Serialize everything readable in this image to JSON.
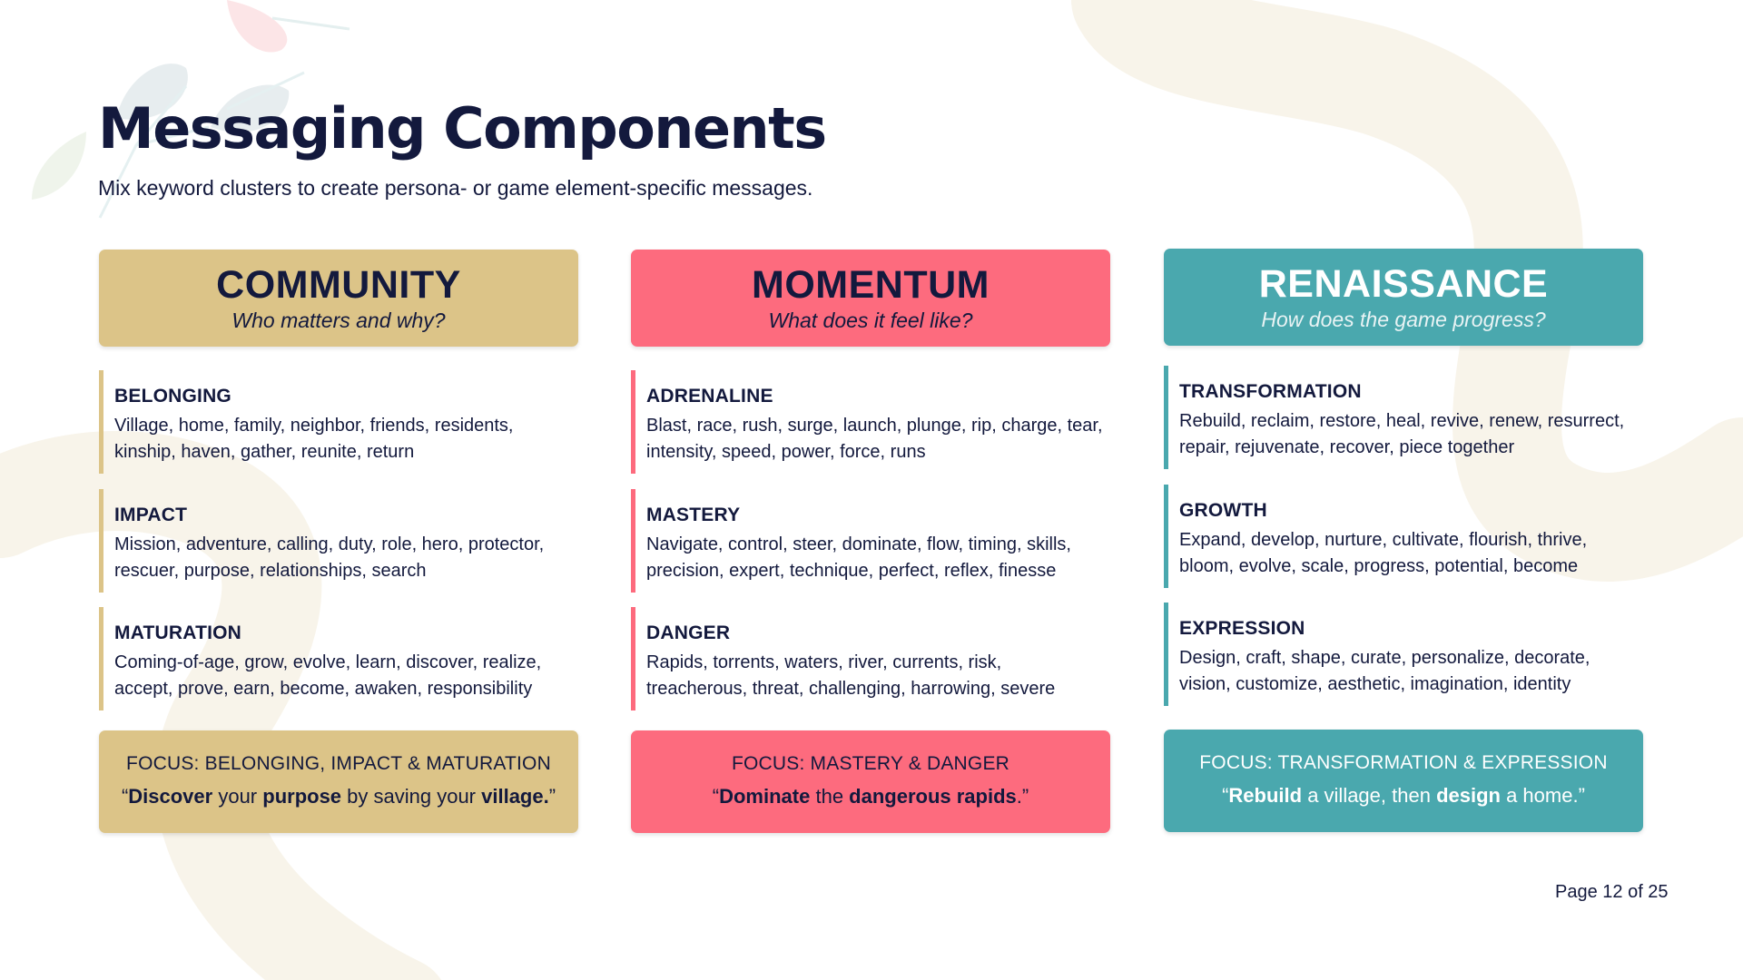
{
  "title": "Messaging Components",
  "subtitle": "Mix keyword clusters to create persona- or game element-specific messages.",
  "colors": {
    "community": "#dcc488",
    "momentum": "#fd6b7e",
    "renaissance": "#4aa8ae",
    "navy": "#13193d",
    "decor_cream": "#f8f4ea"
  },
  "columns": {
    "community": {
      "name": "COMMUNITY",
      "question": "Who matters and why?",
      "clusters": [
        {
          "name": "BELONGING",
          "words": "Village, home, family, neighbor, friends, residents, kinship, haven, gather, reunite, return"
        },
        {
          "name": "IMPACT",
          "words": "Mission, adventure, calling, duty, role, hero, protector, rescuer, purpose, relationships, search"
        },
        {
          "name": "MATURATION",
          "words": "Coming-of-age, grow, evolve, learn, discover, realize, accept, prove, earn, become, awaken, responsibility"
        }
      ],
      "focus_label": "FOCUS: BELONGING, IMPACT & MATURATION",
      "quote": [
        "“",
        "Discover",
        " your ",
        "purpose",
        " by saving your ",
        "village.",
        "”"
      ]
    },
    "momentum": {
      "name": "MOMENTUM",
      "question": "What does it feel like?",
      "clusters": [
        {
          "name": "ADRENALINE",
          "words": "Blast, race, rush, surge, launch, plunge, rip, charge, tear, intensity, speed, power, force, runs"
        },
        {
          "name": "MASTERY",
          "words": "Navigate, control, steer, dominate, flow, timing, skills, precision, expert, technique, perfect, reflex, finesse"
        },
        {
          "name": "DANGER",
          "words": "Rapids, torrents, waters, river, currents, risk, treacherous, threat, challenging, harrowing, severe"
        }
      ],
      "focus_label": "FOCUS: MASTERY & DANGER",
      "quote": [
        "“",
        "Dominate",
        " the ",
        "dangerous rapids",
        ".”"
      ]
    },
    "renaissance": {
      "name": "RENAISSANCE",
      "question": "How does the game progress?",
      "clusters": [
        {
          "name": "TRANSFORMATION",
          "words": "Rebuild, reclaim, restore, heal, revive, renew, resurrect, repair, rejuvenate, recover, piece together"
        },
        {
          "name": "GROWTH",
          "words": "Expand, develop, nurture, cultivate, flourish, thrive, bloom, evolve, scale, progress, potential, become"
        },
        {
          "name": "EXPRESSION",
          "words": "Design, craft, shape, curate, personalize, decorate, vision, customize, aesthetic, imagination, identity"
        }
      ],
      "focus_label": "FOCUS: TRANSFORMATION & EXPRESSION",
      "quote": [
        "“",
        "Rebuild",
        " a village, then ",
        "design",
        " a home.”"
      ]
    }
  },
  "page_number": "Page 12 of 25"
}
